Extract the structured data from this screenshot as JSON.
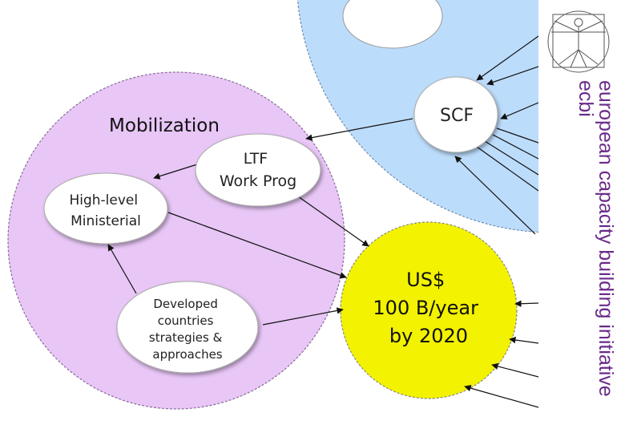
{
  "diagram": {
    "mobilization_title": "Mobilization",
    "nodes": {
      "scf": [
        "SCF"
      ],
      "ltf": [
        "LTF",
        "Work Prog"
      ],
      "high_level": [
        "High-level",
        "Ministerial"
      ],
      "developed": [
        "Developed",
        "countries",
        "strategies &",
        "approaches"
      ],
      "goal": [
        "US$",
        "100 B/year",
        "by 2020"
      ]
    }
  },
  "branding": {
    "line1": "european capacity building initiative",
    "line2": "ecbi",
    "logo": "vitruvian-man-logo"
  },
  "colors": {
    "mobilization_fill": "#e8c6f6",
    "scf_region_fill": "#bcdcfb",
    "goal_fill": "#f3f200",
    "node_fill": "#ffffff",
    "brand_text": "#6a2a8a"
  }
}
